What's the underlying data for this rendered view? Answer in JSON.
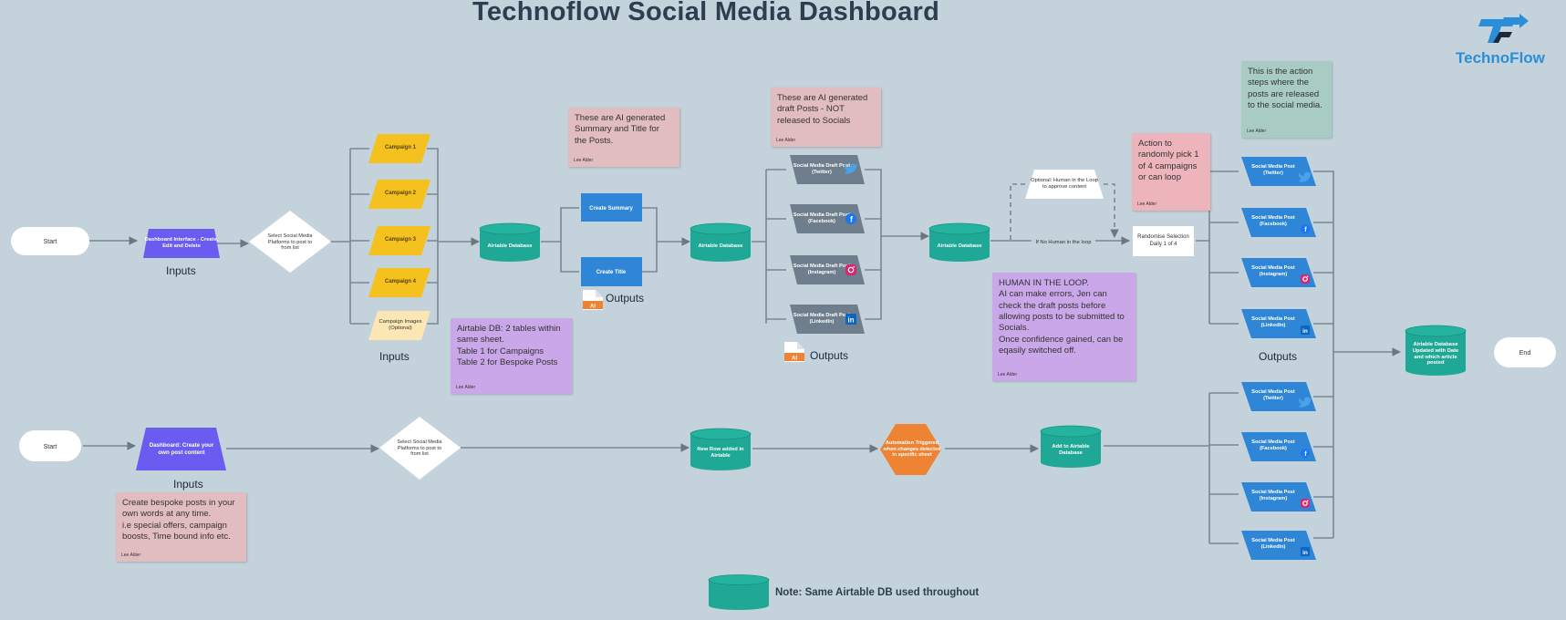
{
  "title": "Technoflow Social Media Dashboard",
  "logo": {
    "text": "TechnoFlow"
  },
  "colors": {
    "background": "#c4d2dc",
    "database": "#20a896",
    "process_purple": "#6a5cf0",
    "campaign_yellow": "#f5c11e",
    "process_blue": "#2f86d6",
    "draft_grey": "#6f7e8c",
    "automation_orange": "#ee8433",
    "note_pink": "#e2bdc0",
    "note_purple": "#c9a7e8",
    "note_green": "#a8ccc4",
    "note_red": "#eeb4bc",
    "connector": "#7a8894"
  },
  "section_labels": {
    "inputs": "Inputs",
    "outputs": "Outputs"
  },
  "flow_top": {
    "start": "Start",
    "dashboard_interface": "Dashboard Interface - Create, Edit and Delete",
    "select_platforms": "Select Social Media Platforms to post to from list",
    "campaigns": [
      "Campaign 1",
      "Campaign 2",
      "Campaign 3",
      "Campaign 4"
    ],
    "campaign_images": "Campaign Images (Optional)",
    "airtable_db_1": "Airtable Database",
    "create_summary": "Create Summary",
    "create_title": "Create Title",
    "airtable_db_2": "Airtable Database",
    "draft_posts": [
      {
        "label": "Social Media Draft Post (Twitter)",
        "icon": "twitter-icon"
      },
      {
        "label": "Social Media Draft Post (Facebook)",
        "icon": "facebook-icon"
      },
      {
        "label": "Social Media Draft Post (Instagram)",
        "icon": "instagram-icon"
      },
      {
        "label": "Social Media Draft Post (LinkedIn)",
        "icon": "linkedin-icon"
      }
    ],
    "airtable_db_3": "Airtable Database",
    "optional_human": "Optional: Human in the Loop to approve content",
    "if_no_human": "If No Human in the loop",
    "randomise": "Randomise Selection Daily 1 of 4",
    "posts": [
      {
        "label": "Social Media Post (Twitter)",
        "icon": "twitter-icon"
      },
      {
        "label": "Social Media Post (Facebook)",
        "icon": "facebook-icon"
      },
      {
        "label": "Social Media Post (Instagram)",
        "icon": "instagram-icon"
      },
      {
        "label": "Social Media Post (LinkedIn)",
        "icon": "linkedin-icon"
      }
    ],
    "airtable_final": "Airtable Database Updated with Date and which article posted",
    "end": "End",
    "ai_badge": "AI"
  },
  "flow_bottom": {
    "start": "Start",
    "dashboard_create": "Dashboard: Create your own post content",
    "select_platforms": "Select Social Media Platforms to post to from list",
    "new_row": "New Row added in Airtable",
    "automation": "Automation Triggered when changes detected in specific sheet",
    "add_to_airtable": "Add to Airtable Database",
    "posts": [
      {
        "label": "Social Media Post (Twitter)",
        "icon": "twitter-icon"
      },
      {
        "label": "Social Media Post (Facebook)",
        "icon": "facebook-icon"
      },
      {
        "label": "Social Media Post (Instagram)",
        "icon": "instagram-icon"
      },
      {
        "label": "Social Media Post (LinkedIn)",
        "icon": "linkedin-icon"
      }
    ]
  },
  "notes": {
    "ai_summary": {
      "text": "These are AI generated Summary and Title for the Posts.",
      "author": "Lee Alder"
    },
    "ai_drafts": {
      "text": "These are AI generated draft Posts - NOT released to Socials",
      "author": "Lee Alder"
    },
    "action_steps": {
      "text": "This is the action steps where the posts are released to the social media.",
      "author": "Lee Alder"
    },
    "random_pick": {
      "text": "Action to randomly pick 1 of 4 campaigns or can loop",
      "author": "Lee Alder"
    },
    "airtable_db": {
      "text": "Airtable DB:  2 tables within same sheet.\nTable 1 for Campaigns\nTable 2 for Bespoke Posts",
      "author": "Lee Alder"
    },
    "human_loop": {
      "text": "HUMAN IN THE LOOP.\nAI can make errors, Jen can check the draft posts before allowing posts to be submitted to Socials.\nOnce confidence gained, can be eqasily switched off.",
      "author": "Lee Alder"
    },
    "bespoke": {
      "text": "Create bespoke posts in your own words at any time.\ni.e special offers, campaign boosts, Time bound info etc.",
      "author": "Lee Alder"
    }
  },
  "legend_note": "Note: Same Airtable DB used throughout"
}
